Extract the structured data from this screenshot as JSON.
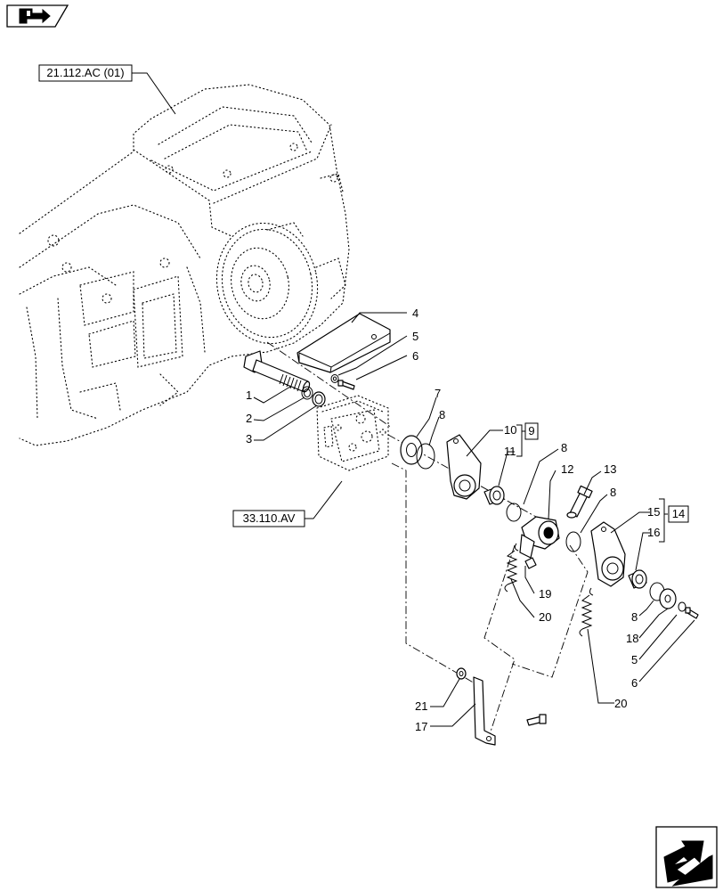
{
  "references": {
    "frame_ref": "21.112.AC (01)",
    "housing_ref": "33.110.AV"
  },
  "group_boxes": [
    "9",
    "14"
  ],
  "callouts": {
    "c1": "1",
    "c2": "2",
    "c3": "3",
    "c4": "4",
    "c5a": "5",
    "c6a": "6",
    "c7": "7",
    "c8a": "8",
    "c10": "10",
    "c11": "11",
    "c8b": "8",
    "c12": "12",
    "c13": "13",
    "c8c": "8",
    "c15": "15",
    "c16": "16",
    "c19": "19",
    "c20a": "20",
    "c8d": "8",
    "c18": "18",
    "c5b": "5",
    "c6b": "6",
    "c21": "21",
    "c17": "17",
    "c20b": "20"
  },
  "icons": {
    "top_left": "prev-page-arrow-icon",
    "bottom_right": "next-page-arrow-icon"
  }
}
